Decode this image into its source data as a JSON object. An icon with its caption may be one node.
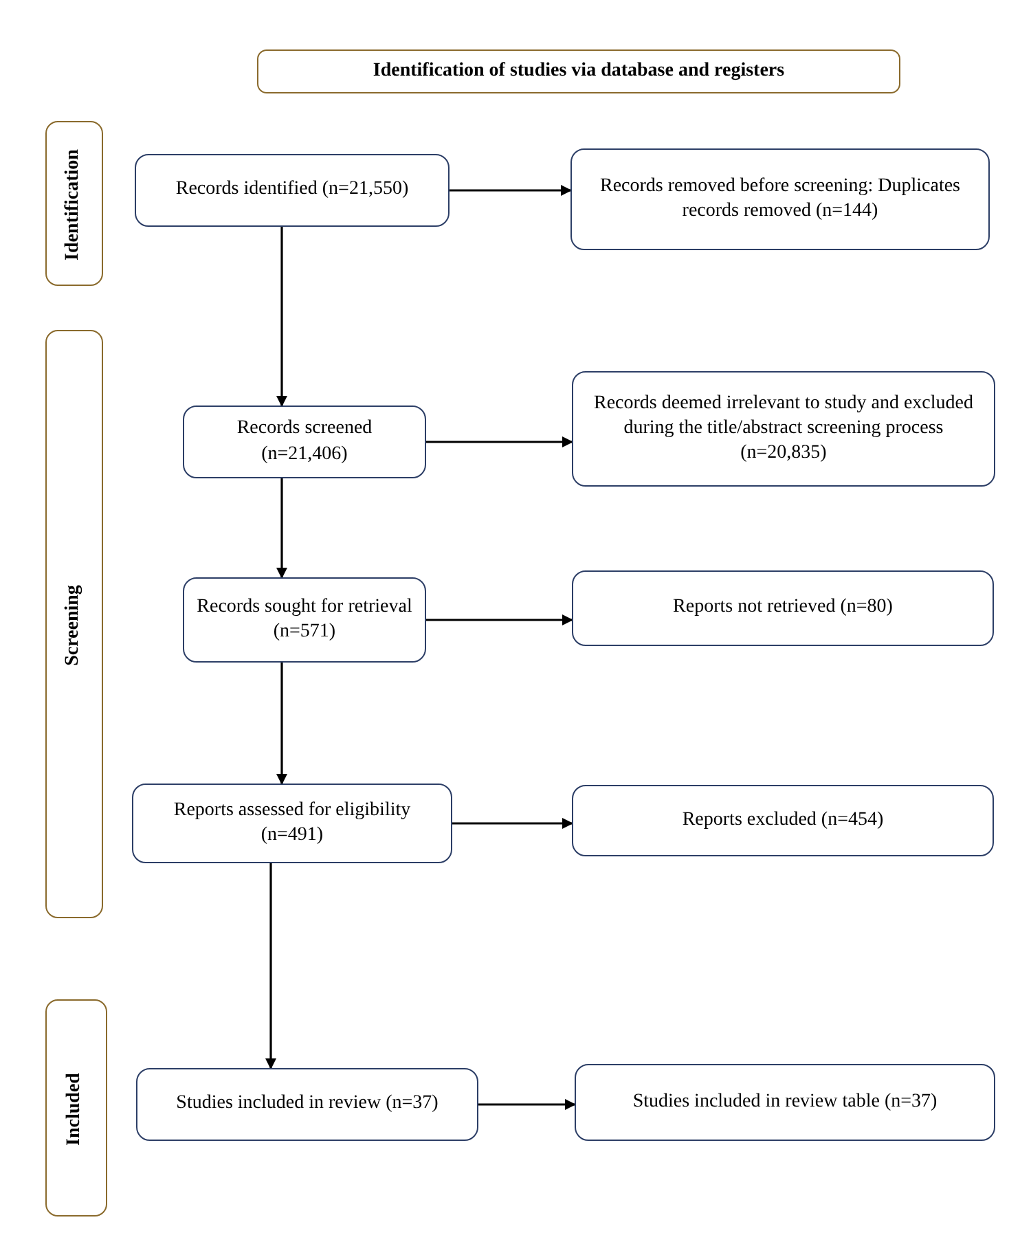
{
  "diagram": {
    "nodes": [
      {
        "text": [
          "Identification of studies via database and registers"
        ]
      },
      {
        "text": [
          "Identification"
        ]
      },
      {
        "text": [
          "Screening"
        ]
      },
      {
        "text": [
          "Included"
        ]
      },
      {
        "text": [
          "Records identified (n=21,550)"
        ]
      },
      {
        "text": [
          "Records removed before screening: Duplicates records removed (n=144)"
        ]
      },
      {
        "text": [
          "Records screened (n=21,406)"
        ]
      },
      {
        "text": [
          "Records deemed irrelevant to study and excluded during the title/abstract screening process (n=20,835)"
        ]
      },
      {
        "text": [
          "Records sought for retrieval (n=571)"
        ]
      },
      {
        "text": [
          "Reports not retrieved (n=80)"
        ]
      },
      {
        "text": [
          "Reports assessed for eligibility (n=491)"
        ]
      },
      {
        "text": [
          "Reports excluded (n=454)"
        ]
      },
      {
        "text": [
          "Studies included in review (n=37)"
        ]
      },
      {
        "text": [
          "Studies included in review table (n=37)"
        ]
      }
    ],
    "edges": [
      {
        "from": 4,
        "to": 5,
        "arrow": "to"
      },
      {
        "from": 4,
        "to": 6,
        "arrow": "to"
      },
      {
        "from": 6,
        "to": 7,
        "arrow": "to"
      },
      {
        "from": 6,
        "to": 8,
        "arrow": "to"
      },
      {
        "from": 8,
        "to": 9,
        "arrow": "to"
      },
      {
        "from": 8,
        "to": 10,
        "arrow": "to"
      },
      {
        "from": 10,
        "to": 11,
        "arrow": "to"
      },
      {
        "from": 10,
        "to": 12,
        "arrow": "to"
      },
      {
        "from": 12,
        "to": 13,
        "arrow": "to"
      }
    ]
  }
}
